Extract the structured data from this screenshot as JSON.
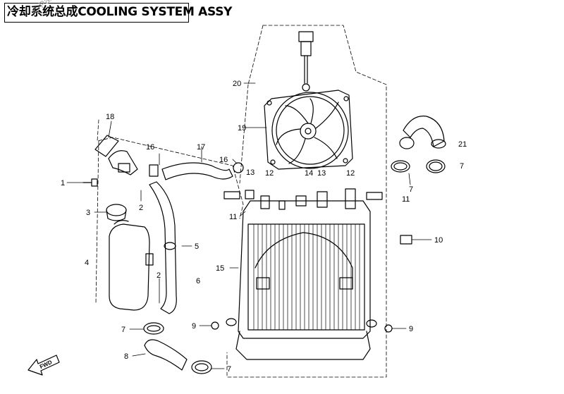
{
  "title": "冷却系统总成COOLING SYSTEM ASSY",
  "watermark": "© Partzilla.com",
  "fwd_label": "FWD",
  "callouts": [
    {
      "id": "c1",
      "label": "1"
    },
    {
      "id": "c2a",
      "label": "2"
    },
    {
      "id": "c2b",
      "label": "2"
    },
    {
      "id": "c3",
      "label": "3"
    },
    {
      "id": "c4",
      "label": "4"
    },
    {
      "id": "c5",
      "label": "5"
    },
    {
      "id": "c6",
      "label": "6"
    },
    {
      "id": "c7a",
      "label": "7"
    },
    {
      "id": "c7b",
      "label": "7"
    },
    {
      "id": "c7c",
      "label": "7"
    },
    {
      "id": "c7d",
      "label": "7"
    },
    {
      "id": "c8",
      "label": "8"
    },
    {
      "id": "c9a",
      "label": "9"
    },
    {
      "id": "c9b",
      "label": "9"
    },
    {
      "id": "c10",
      "label": "10"
    },
    {
      "id": "c11a",
      "label": "11"
    },
    {
      "id": "c11b",
      "label": "11"
    },
    {
      "id": "c12a",
      "label": "12"
    },
    {
      "id": "c12b",
      "label": "12"
    },
    {
      "id": "c13a",
      "label": "13"
    },
    {
      "id": "c13b",
      "label": "13"
    },
    {
      "id": "c14",
      "label": "14"
    },
    {
      "id": "c15",
      "label": "15"
    },
    {
      "id": "c16a",
      "label": "16"
    },
    {
      "id": "c16b",
      "label": "16"
    },
    {
      "id": "c17",
      "label": "17"
    },
    {
      "id": "c18",
      "label": "18"
    },
    {
      "id": "c19",
      "label": "19"
    },
    {
      "id": "c20",
      "label": "20"
    },
    {
      "id": "c21",
      "label": "21"
    }
  ]
}
